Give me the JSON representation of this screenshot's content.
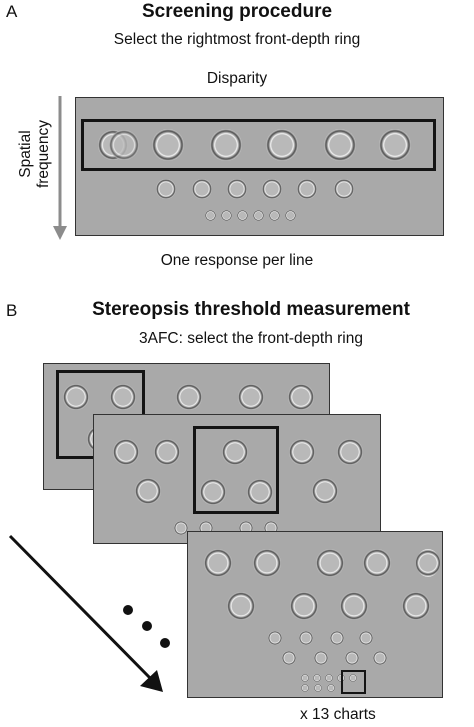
{
  "panel_a": {
    "letter": "A",
    "title": "Screening procedure",
    "subtitle": "Select the rightmost front-depth ring",
    "x_axis_label": "Disparity",
    "y_axis_label_line1": "Spatial",
    "y_axis_label_line2": "frequency",
    "footer": "One response per line"
  },
  "panel_b": {
    "letter": "B",
    "title": "Stereopsis threshold measurement",
    "subtitle": "3AFC: select the front-depth ring",
    "footer": "x 13 charts"
  },
  "colors": {
    "chart_gray": "#a9a9a9",
    "box": "#141414",
    "arrow_gray": "#8c8c8c"
  }
}
